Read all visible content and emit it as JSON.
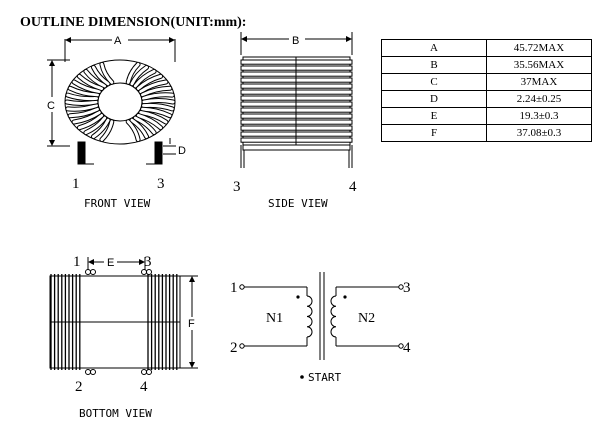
{
  "title": "OUTLINE DIMENSION(UNIT:mm):",
  "dimensions": [
    {
      "key": "A",
      "value": "45.72MAX"
    },
    {
      "key": "B",
      "value": "35.56MAX"
    },
    {
      "key": "C",
      "value": "37MAX"
    },
    {
      "key": "D",
      "value": "2.24±0.25"
    },
    {
      "key": "E",
      "value": "19.3±0.3"
    },
    {
      "key": "F",
      "value": "37.08±0.3"
    }
  ],
  "views": {
    "front": {
      "label": "FRONT VIEW",
      "dim_a": "A",
      "dim_c": "C",
      "dim_d": "D",
      "pin_left": "1",
      "pin_right": "3"
    },
    "side": {
      "label": "SIDE VIEW",
      "dim_b": "B",
      "pin_left": "3",
      "pin_right": "4"
    },
    "bottom": {
      "label": "BOTTOM VIEW",
      "dim_e": "E",
      "dim_f": "F",
      "pin_tl": "1",
      "pin_tr": "3",
      "pin_bl": "2",
      "pin_br": "4"
    }
  },
  "schematic": {
    "pin1": "1",
    "pin2": "2",
    "pin3": "3",
    "pin4": "4",
    "winding1": "N1",
    "winding2": "N2",
    "start_label": "START"
  }
}
